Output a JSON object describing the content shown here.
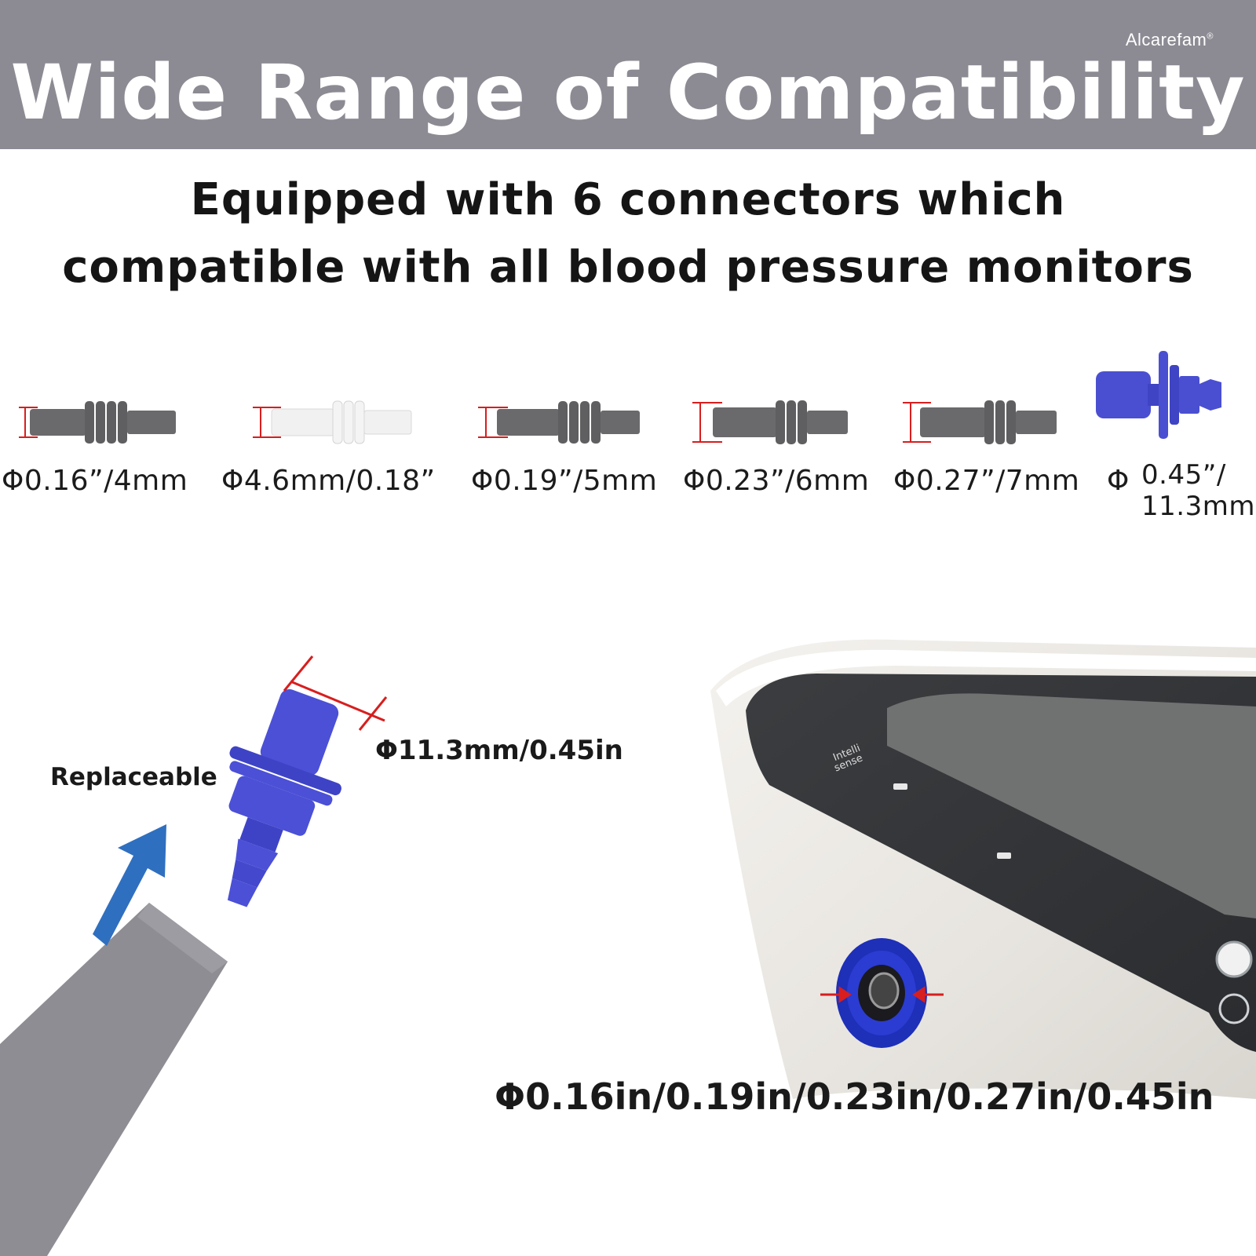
{
  "header": {
    "brand": "Alcarefam",
    "brand_mark": "®",
    "title": "Wide Range of Compatibility",
    "background_color": "#8c8b93"
  },
  "subtitle": {
    "line1": "Equipped with 6 connectors which",
    "line2": "compatible with all blood pressure monitors"
  },
  "connectors": [
    {
      "label": "Φ0.16”/4mm",
      "color": "#6d6d6f"
    },
    {
      "label": "Φ4.6mm/0.18”",
      "color": "#f0f0f0"
    },
    {
      "label": "Φ0.19”/5mm",
      "color": "#6d6d6f"
    },
    {
      "label": "Φ0.23”/6mm",
      "color": "#6d6d6f"
    },
    {
      "label": "Φ0.27”/7mm",
      "color": "#6d6d6f"
    },
    {
      "label_symbol": "Φ",
      "label_line1": "0.45”/",
      "label_line2": "11.3mm",
      "color": "#4a4fd1"
    }
  ],
  "diagram": {
    "replaceable_label": "Replaceable",
    "connector_diameter_label": "Φ11.3mm/0.45in",
    "port_sizes_label": "Φ0.16in/0.19in/0.23in/0.27in/0.45in",
    "monitor_logo_line1": "Intelli",
    "monitor_logo_line2": "sense",
    "accent_blue": "#2a3ed0",
    "arrow_blue": "#2f6fbf",
    "dimension_red": "#d81e1e"
  }
}
